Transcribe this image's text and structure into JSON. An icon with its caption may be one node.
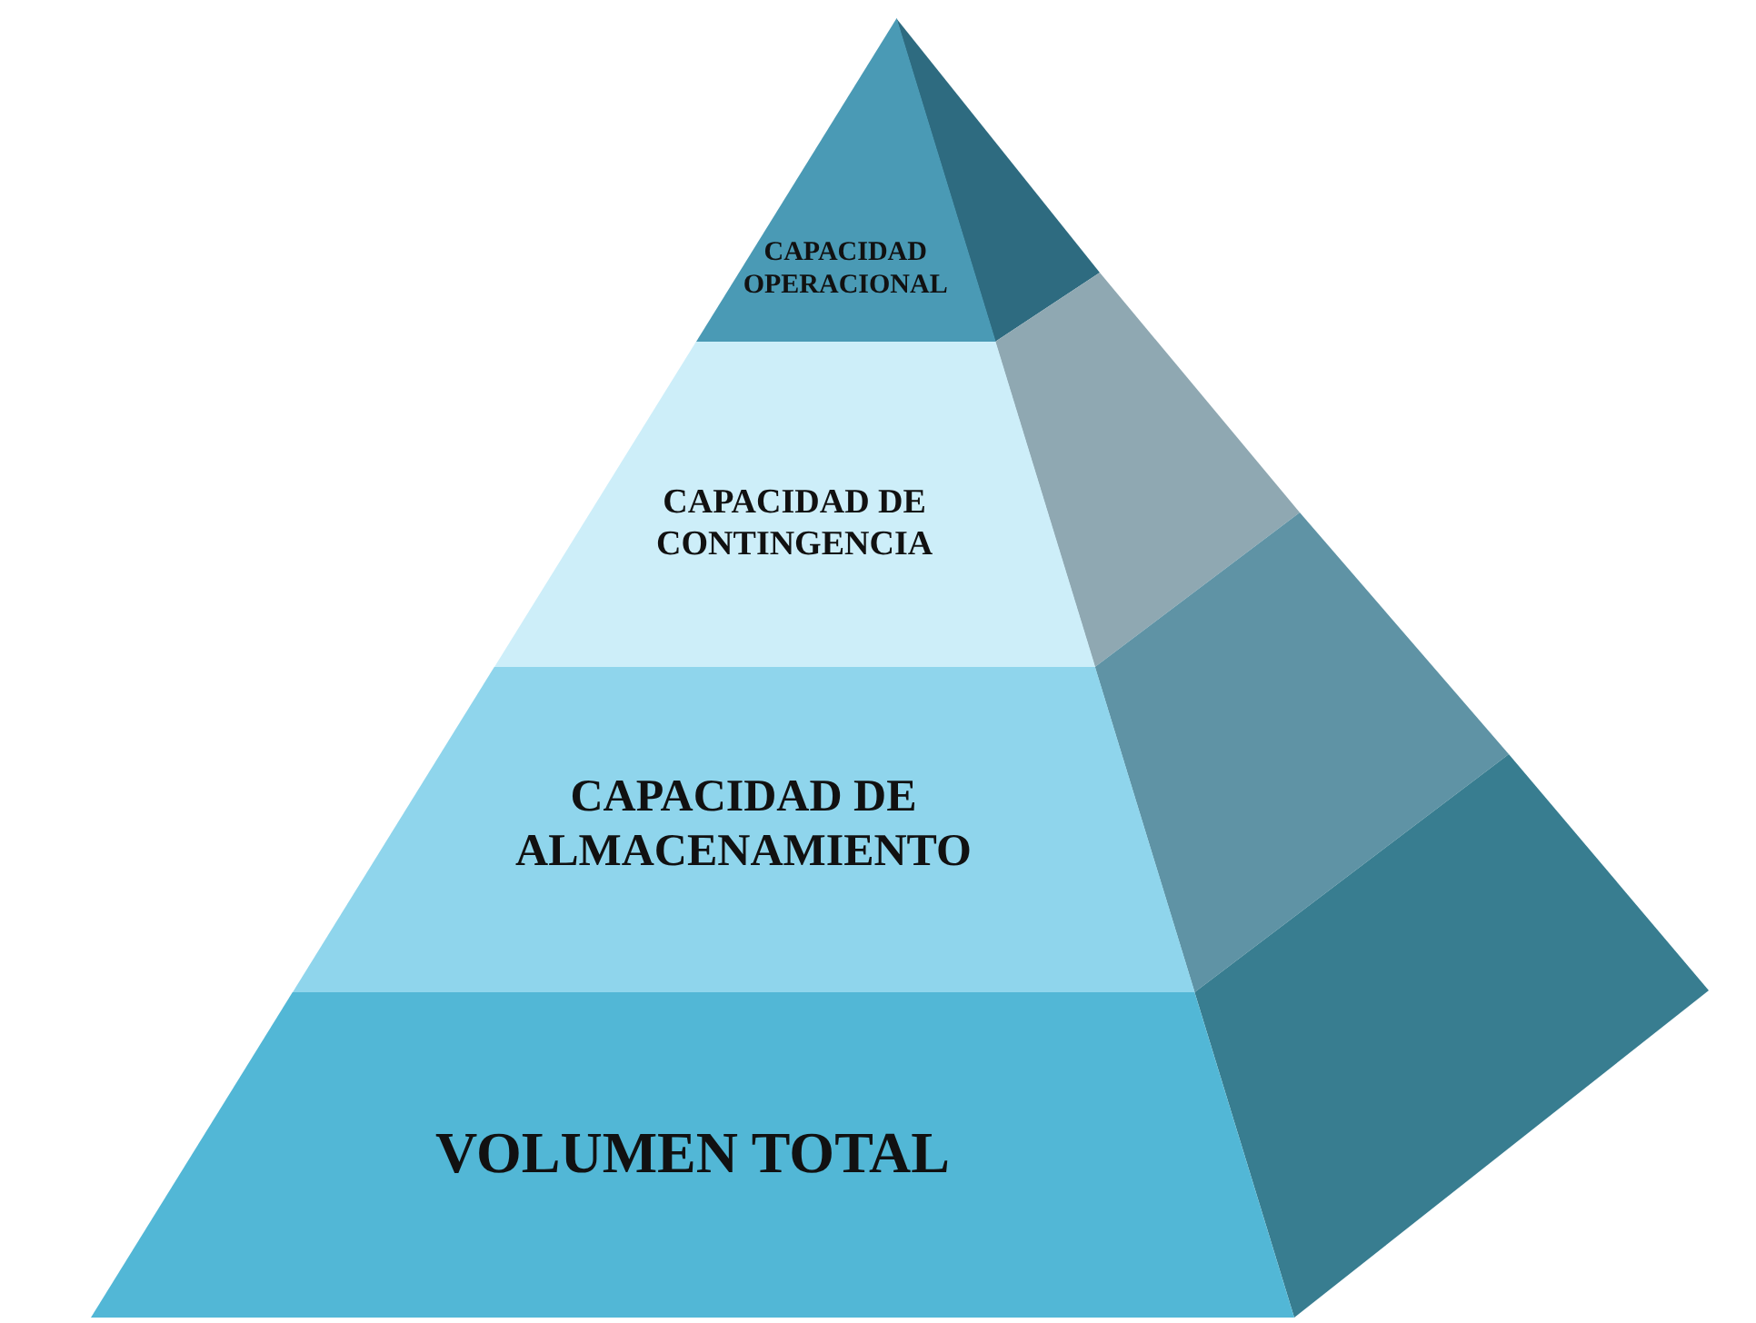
{
  "diagram": {
    "nodes": [
      {
        "text": [
          "CAPACIDAD OPERACIONAL"
        ]
      },
      {
        "text": [
          "CAPACIDAD DE CONTINGENCIA"
        ]
      },
      {
        "text": [
          "CAPACIDAD DE ALMACENAMIENTO"
        ]
      },
      {
        "text": [
          "VOLUMEN TOTAL"
        ]
      }
    ]
  }
}
